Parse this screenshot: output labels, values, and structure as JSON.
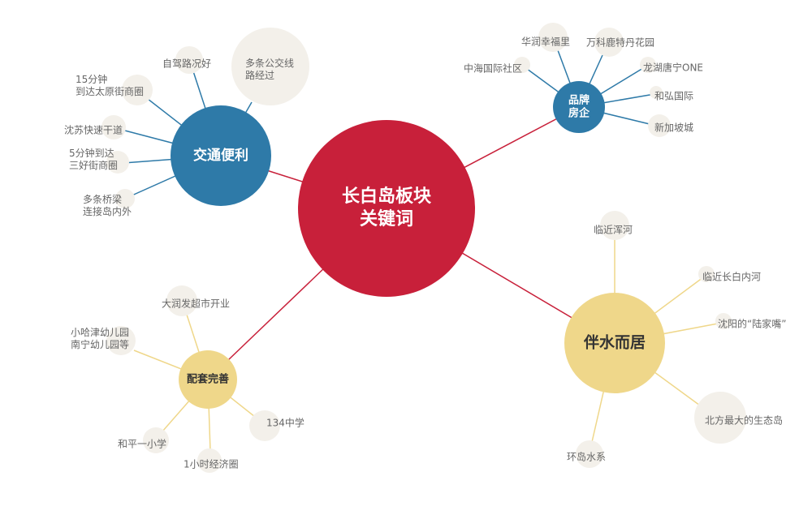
{
  "colors": {
    "center": "#c8203a",
    "blue": "#2e7aa8",
    "yellow": "#efd78a",
    "bubble": "#f3f0ea",
    "leaf_text": "#666666",
    "dark_text": "#333333"
  },
  "center": {
    "lines": [
      "长白岛板块",
      "关键词"
    ]
  },
  "hubs": [
    {
      "id": "transport",
      "lines": [
        "交通便利"
      ],
      "color": "blue",
      "leaves": [
        {
          "lines": [
            "自驾路况好"
          ]
        },
        {
          "lines": [
            "多条公交线",
            "路经过"
          ]
        },
        {
          "lines": [
            "15分钟",
            "到达太原街商圈"
          ]
        },
        {
          "lines": [
            "沈苏快速干道"
          ]
        },
        {
          "lines": [
            "5分钟到达",
            "三好街商圈"
          ]
        },
        {
          "lines": [
            "多条桥梁",
            "连接岛内外"
          ]
        }
      ]
    },
    {
      "id": "brand",
      "lines": [
        "品牌",
        "房企"
      ],
      "color": "blue",
      "leaves": [
        {
          "lines": [
            "华润幸福里"
          ]
        },
        {
          "lines": [
            "万科鹿特丹花园"
          ]
        },
        {
          "lines": [
            "中海国际社区"
          ]
        },
        {
          "lines": [
            "龙湖唐宁ONE"
          ]
        },
        {
          "lines": [
            "和弘国际"
          ]
        },
        {
          "lines": [
            "新加坡城"
          ]
        }
      ]
    },
    {
      "id": "water",
      "lines": [
        "伴水而居"
      ],
      "color": "yellow",
      "leaves": [
        {
          "lines": [
            "临近浑河"
          ]
        },
        {
          "lines": [
            "临近长白内河"
          ]
        },
        {
          "lines": [
            "沈阳的“陆家嘴”"
          ]
        },
        {
          "lines": [
            "北方最大的生态岛"
          ]
        },
        {
          "lines": [
            "环岛水系"
          ]
        }
      ]
    },
    {
      "id": "amenities",
      "lines": [
        "配套完善"
      ],
      "color": "yellow",
      "leaves": [
        {
          "lines": [
            "大润发超市开业"
          ]
        },
        {
          "lines": [
            "小哈津幼儿园",
            "南宁幼儿园等"
          ]
        },
        {
          "lines": [
            "134中学"
          ]
        },
        {
          "lines": [
            "和平一小学"
          ]
        },
        {
          "lines": [
            "1小时经济圈"
          ]
        }
      ]
    }
  ]
}
